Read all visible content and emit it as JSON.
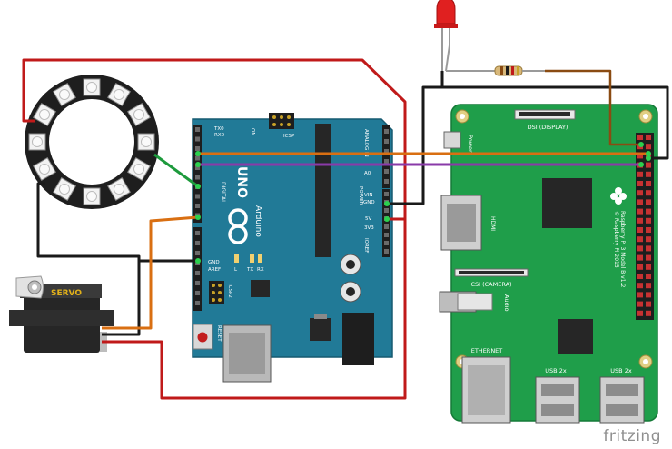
{
  "arduino": {
    "brand": "Arduino",
    "model": "UNO",
    "on_label": "ON",
    "icsp_label": "ICSP",
    "icsp2_label": "ICSP2",
    "reset_label": "RESET",
    "digital_label": "DIGITAL",
    "power_label": "POWER",
    "analog_label": "ANALOG IN",
    "l_label": "L",
    "tx_label": "TX",
    "rx_label": "RX",
    "txo_label": "TX0",
    "rxi_label": "RX0",
    "aref_label": "AREF",
    "gnd_label": "GND",
    "ioref_label": "IOREF",
    "v5_label": "5V",
    "v33_label": "3V3",
    "vin_label": "VIN",
    "a0_label": "A0"
  },
  "raspberry_pi": {
    "model_line1": "Raspberry Pi 3 Model B v1.2",
    "model_line2": "© Raspberry Pi 2015",
    "dsi_label": "DSI (DISPLAY)",
    "csi_label": "CSI (CAMERA)",
    "hdmi_label": "HDMI",
    "audio_label": "Audio",
    "power_label": "Power",
    "ethernet_label": "ETHERNET",
    "usb_label_1": "USB 2x",
    "usb_label_2": "USB 2x"
  },
  "servo": {
    "label": "SERVO"
  },
  "watermark": "fritzing",
  "colors": {
    "wire_red": "#c01a1a",
    "wire_black": "#1a1a1a",
    "wire_orange": "#d96f12",
    "wire_purple": "#8a3aa8",
    "wire_green": "#1d9a3c",
    "wire_brown": "#8a4b12",
    "arduino_board": "#217a97",
    "pi_board": "#1f9e4a",
    "led": "#e02020"
  }
}
